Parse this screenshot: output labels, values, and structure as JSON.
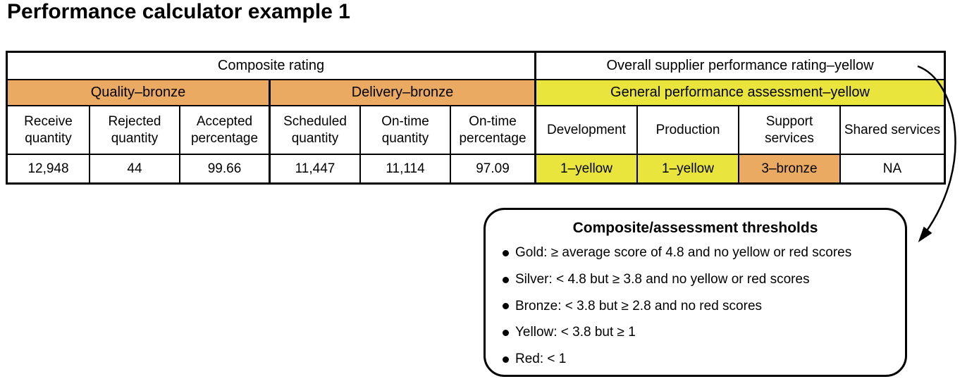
{
  "page_title": "Performance calculator example 1",
  "colors": {
    "bronze": "#EBAA62",
    "yellow": "#E9E53D",
    "line": "#000000"
  },
  "table": {
    "composite_header": "Composite rating",
    "overall_header": "Overall supplier performance rating–yellow",
    "sections": [
      {
        "label": "Quality–bronze",
        "tone": "bronze"
      },
      {
        "label": "Delivery–bronze",
        "tone": "bronze"
      },
      {
        "label": "General performance assessment–yellow",
        "tone": "yellow"
      }
    ],
    "columns": [
      {
        "header": "Receive quantity",
        "value": "12,948",
        "tone": "white"
      },
      {
        "header": "Rejected quantity",
        "value": "44",
        "tone": "white"
      },
      {
        "header": "Accepted percentage",
        "value": "99.66",
        "tone": "white"
      },
      {
        "header": "Scheduled quantity",
        "value": "11,447",
        "tone": "white"
      },
      {
        "header": "On-time quantity",
        "value": "11,114",
        "tone": "white"
      },
      {
        "header": "On-time percentage",
        "value": "97.09",
        "tone": "white"
      },
      {
        "header": "Development",
        "value": "1–yellow",
        "tone": "yellow"
      },
      {
        "header": "Production",
        "value": "1–yellow",
        "tone": "yellow"
      },
      {
        "header": "Support services",
        "value": "3–bronze",
        "tone": "bronze"
      },
      {
        "header": "Shared services",
        "value": "NA",
        "tone": "white"
      }
    ]
  },
  "thresholds": {
    "title": "Composite/assessment thresholds",
    "items": [
      "Gold: ≥ average score of 4.8 and no yellow or red scores",
      "Silver: < 4.8 but ≥ 3.8 and no yellow or red scores",
      "Bronze: < 3.8 but ≥ 2.8 and no red scores",
      "Yellow: < 3.8 but ≥ 1",
      "Red: < 1"
    ]
  }
}
